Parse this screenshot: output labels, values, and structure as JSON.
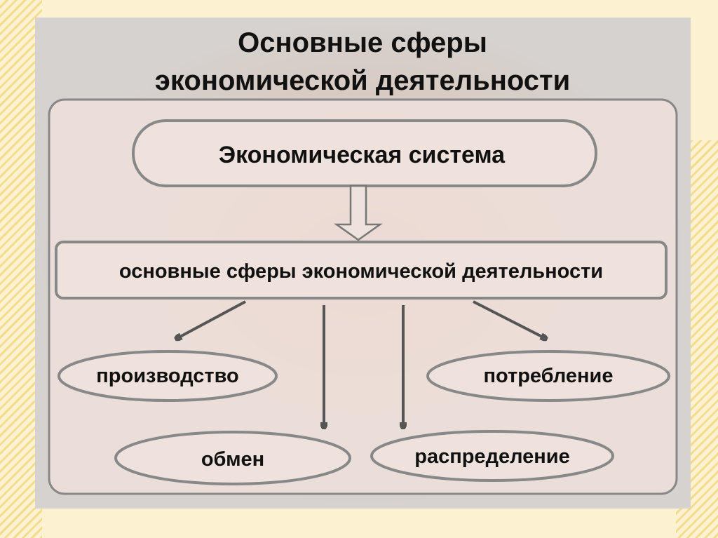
{
  "title": {
    "line1": "Основные сферы",
    "line2": "экономической деятельности"
  },
  "system": {
    "label": "Экономическая система"
  },
  "spheres_box": {
    "label": "основные сферы экономической деятельности"
  },
  "spheres": [
    {
      "label": "производство"
    },
    {
      "label": "потребление"
    },
    {
      "label": "обмен"
    },
    {
      "label": "распределение"
    }
  ],
  "colors": {
    "border": "#888888",
    "arrow": "#555555",
    "inner_fill": "#efe1db",
    "slide_bg": "#d8d2ce",
    "page_bg": "#fcf2d2"
  }
}
